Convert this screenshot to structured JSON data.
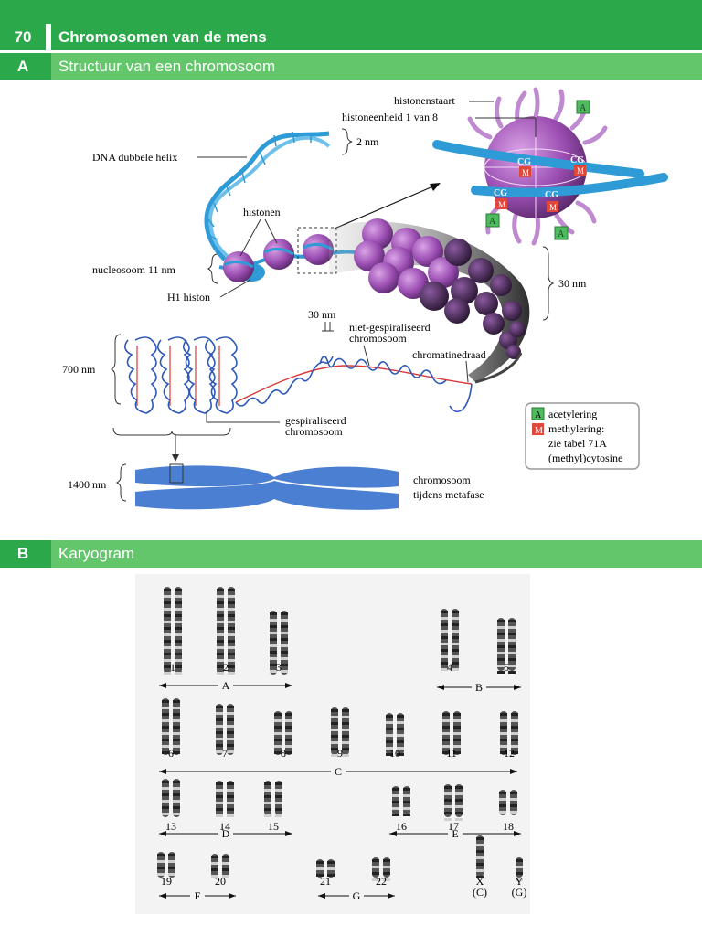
{
  "page": {
    "number": "70",
    "title": "Chromosomen van de mens"
  },
  "section_a": {
    "letter": "A",
    "title": "Structuur van een chromosoom",
    "labels": {
      "histonenstaart": "histonenstaart",
      "histoneenheid": "histoneenheid 1 van 8",
      "dna_helix": "DNA dubbele helix",
      "two_nm": "2 nm",
      "histonen": "histonen",
      "nucleosoom": "nucleosoom 11 nm",
      "h1": "H1 histon",
      "thirty_nm_right": "30 nm",
      "thirty_nm_top": "30 nm",
      "niet_gesp_1": "niet-gespiraliseerd",
      "niet_gesp_2": "chromosoom",
      "chromatinedraad": "chromatinedraad",
      "seven_hundred": "700 nm",
      "gesp_1": "gespiraliseerd",
      "gesp_2": "chromosoom",
      "fourteen_hundred": "1400 nm",
      "metafase_1": "chromosoom",
      "metafase_2": "tijdens metafase",
      "cg": "CG",
      "a_mark": "A",
      "m_mark": "M"
    },
    "legend": {
      "a_label": "A",
      "a_text": "acetylering",
      "m_label": "M",
      "m_text": "methylering:",
      "line2": "zie tabel 71A",
      "line3": "(methyl)cytosine"
    },
    "colors": {
      "dna": "#2f9bd6",
      "histone": "#a659b8",
      "acetyl": "#4dbb5e",
      "methyl": "#e2473c",
      "chromosome": "#4a7fd1",
      "fiber": "#2e58b8"
    }
  },
  "section_b": {
    "letter": "B",
    "title": "Karyogram",
    "chromosomes": [
      "1",
      "2",
      "3",
      "4",
      "5",
      "6",
      "7",
      "8",
      "9",
      "10",
      "11",
      "12",
      "13",
      "14",
      "15",
      "16",
      "17",
      "18",
      "19",
      "20",
      "21",
      "22",
      "X",
      "Y"
    ],
    "sex_groups": [
      "(C)",
      "(G)"
    ],
    "groups": [
      "A",
      "B",
      "C",
      "D",
      "E",
      "F",
      "G"
    ]
  }
}
